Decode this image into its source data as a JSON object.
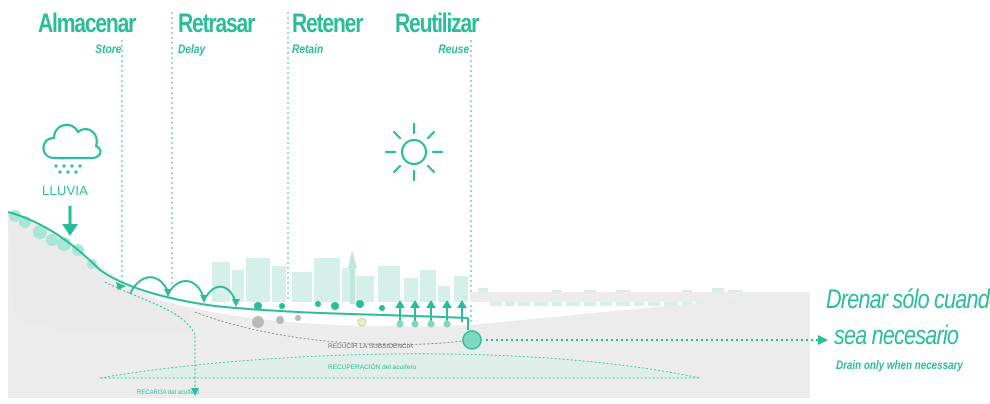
{
  "stages": [
    {
      "title": "Almacenar",
      "subtitle": "Store"
    },
    {
      "title": "Retrasar",
      "subtitle": "Delay"
    },
    {
      "title": "Retener",
      "subtitle": "Retain"
    },
    {
      "title": "Reutilizar",
      "subtitle": "Reuse"
    }
  ],
  "rain_label": "LLUVIA",
  "subsidence_label": "REDUCIR LA SUBSIDENCIA",
  "aquifer_recovery_label": "RECUPERACIÓN del acuífero",
  "aquifer_recharge_label": "RECARGA del acuífero",
  "drain": {
    "line1": "Drenar sólo cuando",
    "line2": "sea necesario",
    "subtitle": "Drain only when necessary"
  },
  "colors": {
    "accent": "#2bbd9a",
    "accent_light": "#a8e6d6",
    "ground": "#ebebeb",
    "soil": "#d9d9d9"
  }
}
